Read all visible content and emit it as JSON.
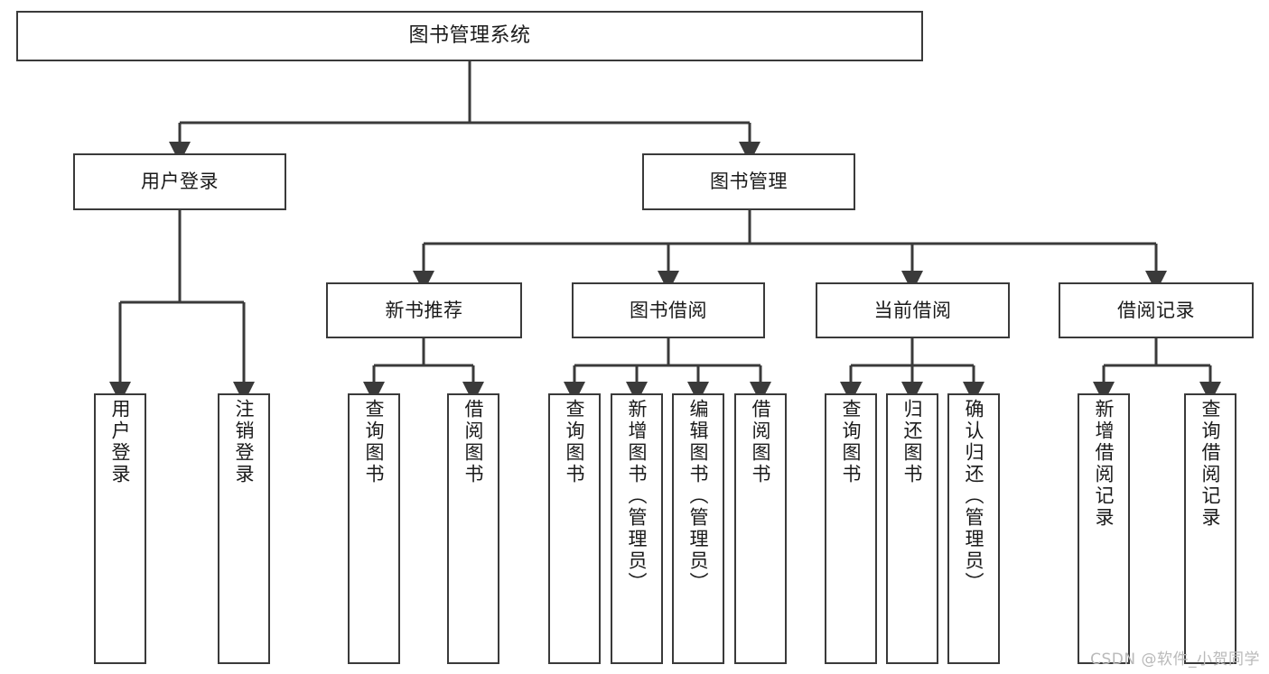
{
  "diagram": {
    "title": "图书管理系统",
    "type": "tree",
    "watermark": "CSDN @软件_小贺同学",
    "colors": {
      "box_border": "#3a3a3a",
      "box_fill": "#ffffff",
      "edge": "#3a3a3a",
      "text": "#1a1a1a",
      "watermark": "#b9b9b9"
    },
    "levels": {
      "root": {
        "label": "图书管理系统"
      },
      "level2": [
        {
          "label": "用户登录"
        },
        {
          "label": "图书管理"
        }
      ],
      "level3": [
        {
          "label": "新书推荐"
        },
        {
          "label": "图书借阅"
        },
        {
          "label": "当前借阅"
        },
        {
          "label": "借阅记录"
        }
      ],
      "leaves": [
        {
          "label": "用户登录",
          "parent": "用户登录"
        },
        {
          "label": "注销登录",
          "parent": "用户登录"
        },
        {
          "label": "查询图书",
          "parent": "新书推荐"
        },
        {
          "label": "借阅图书",
          "parent": "新书推荐"
        },
        {
          "label": "查询图书",
          "parent": "图书借阅"
        },
        {
          "label": "新增图书（管理员）",
          "parent": "图书借阅"
        },
        {
          "label": "编辑图书（管理员）",
          "parent": "图书借阅"
        },
        {
          "label": "借阅图书",
          "parent": "图书借阅"
        },
        {
          "label": "查询图书",
          "parent": "当前借阅"
        },
        {
          "label": "归还图书",
          "parent": "当前借阅"
        },
        {
          "label": "确认归还（管理员）",
          "parent": "当前借阅"
        },
        {
          "label": "新增借阅记录",
          "parent": "借阅记录"
        },
        {
          "label": "查询借阅记录",
          "parent": "借阅记录"
        }
      ]
    }
  }
}
